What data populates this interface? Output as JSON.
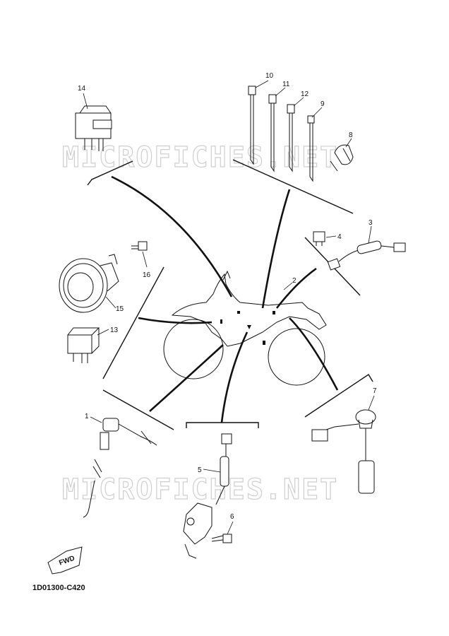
{
  "diagram": {
    "code": "1D01300-C420",
    "watermark": "MICROFICHES.NET",
    "fwd_label": "FWD",
    "callouts": [
      "1",
      "2",
      "3",
      "4",
      "5",
      "6",
      "7",
      "8",
      "9",
      "10",
      "11",
      "12",
      "13",
      "14",
      "15",
      "16"
    ]
  }
}
